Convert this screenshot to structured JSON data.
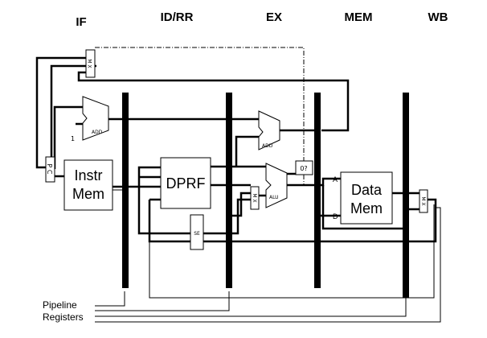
{
  "stages": {
    "if": "IF",
    "id_rr": "ID/RR",
    "ex": "EX",
    "mem": "MEM",
    "wb": "WB"
  },
  "blocks": {
    "pc": "P C",
    "instr_mem": [
      "Instr",
      "Mem"
    ],
    "dprf": "DPRF",
    "data_mem": [
      "Data",
      "Mem"
    ],
    "se": "SE",
    "add_if": "ADD",
    "add_ex": "ADD",
    "alu": "ALU",
    "zero_test": "0?",
    "mux_label": "M X"
  },
  "constants": {
    "one": "1"
  },
  "ports": {
    "address": "A",
    "data": "D"
  },
  "legend": {
    "line1": "Pipeline",
    "line2": "Registers"
  }
}
